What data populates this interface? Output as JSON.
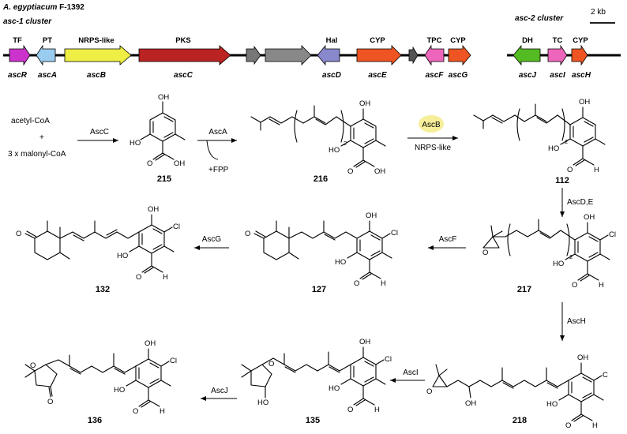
{
  "header": {
    "organism_italic": "A. egyptiacum",
    "organism_strain": " F-1392",
    "cluster1_label": "asc-1 cluster",
    "cluster2_label": "asc-2 cluster",
    "scale_label": "2 kb"
  },
  "genes": [
    {
      "key": "ascR",
      "top": "TF",
      "name": "ascR",
      "color": "#cc33cc"
    },
    {
      "key": "ascA",
      "top": "PT",
      "name": "ascA",
      "color": "#99ccee"
    },
    {
      "key": "ascB",
      "top": "NRPS-like",
      "name": "ascB",
      "color": "#eeee44"
    },
    {
      "key": "ascC",
      "top": "PKS",
      "name": "ascC",
      "color": "#bb2222"
    },
    {
      "key": "g1",
      "top": "",
      "name": "",
      "color": "#777777"
    },
    {
      "key": "g2",
      "top": "",
      "name": "",
      "color": "#888888"
    },
    {
      "key": "ascD",
      "top": "Hal",
      "name": "ascD",
      "color": "#8888cc"
    },
    {
      "key": "ascE",
      "top": "CYP",
      "name": "ascE",
      "color": "#ee5522"
    },
    {
      "key": "g3",
      "top": "",
      "name": "",
      "color": "#555555"
    },
    {
      "key": "ascF",
      "top": "TPC",
      "name": "ascF",
      "color": "#ee66bb"
    },
    {
      "key": "ascG",
      "top": "CYP",
      "name": "ascG",
      "color": "#ee5522"
    },
    {
      "key": "ascJ",
      "top": "DH",
      "name": "ascJ",
      "color": "#55bb22"
    },
    {
      "key": "ascI",
      "top": "TC",
      "name": "ascI",
      "color": "#ee66bb"
    },
    {
      "key": "ascH",
      "top": "CYP",
      "name": "ascH",
      "color": "#ee5522"
    }
  ],
  "scheme": {
    "start1": "acetyl-CoA",
    "plus": "+",
    "start2": "3 x malonyl-CoA",
    "enz_ascC": "AscC",
    "enz_ascA": "AscA",
    "fpp": "+FPP",
    "enz_ascB": "AscB",
    "nrps_like": "NRPS-like",
    "enz_ascDE": "AscD,E",
    "enz_ascF": "AscF",
    "enz_ascG": "AscG",
    "enz_ascH": "AscH",
    "enz_ascI": "AscI",
    "enz_ascJ": "AscJ",
    "enzyme_blob_color": "#f7ee9a"
  },
  "compounds": {
    "c215": "215",
    "c216": "216",
    "c112": "112",
    "c217": "217",
    "c127": "127",
    "c132": "132",
    "c218": "218",
    "c135": "135",
    "c136": "136"
  },
  "atoms": {
    "OH": "OH",
    "HO": "HO",
    "O": "O",
    "H": "H",
    "Cl": "Cl",
    "C": "C",
    "two": "2"
  }
}
